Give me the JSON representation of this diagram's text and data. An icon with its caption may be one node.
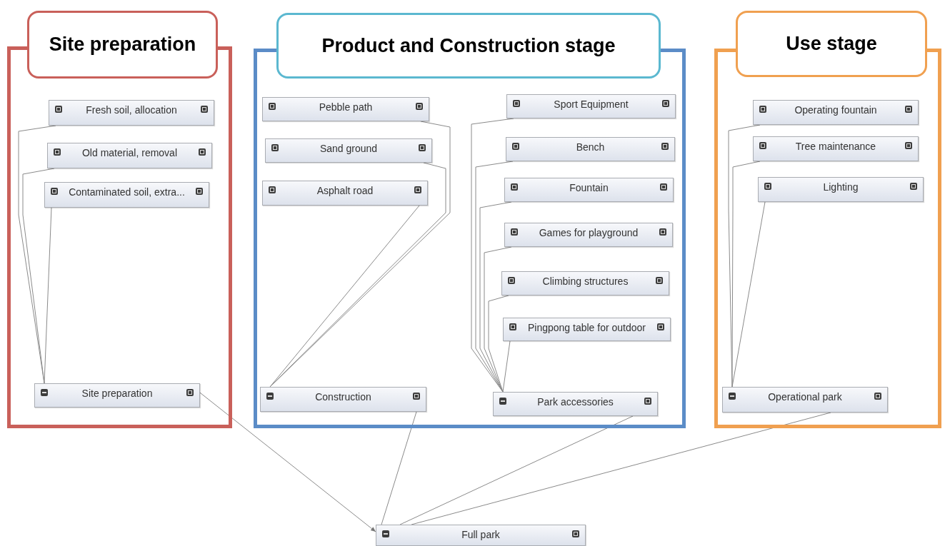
{
  "diagram": {
    "nodes": [
      {
        "text": [
          "Site preparation"
        ]
      },
      {
        "text": [
          "Fresh soil, allocation"
        ],
        "in": 0
      },
      {
        "text": [
          "Old material, removal"
        ],
        "in": 0
      },
      {
        "text": [
          "Contaminated soil, extra..."
        ],
        "in": 0
      },
      {
        "text": [
          "Site preparation"
        ],
        "in": 0
      },
      {
        "text": [
          "Product and Construction stage"
        ]
      },
      {
        "text": [
          "Pebble path"
        ],
        "in": 5
      },
      {
        "text": [
          "Sand ground"
        ],
        "in": 5
      },
      {
        "text": [
          "Asphalt road"
        ],
        "in": 5
      },
      {
        "text": [
          "Construction"
        ],
        "in": 5
      },
      {
        "text": [
          "Sport Equipment"
        ],
        "in": 5
      },
      {
        "text": [
          "Bench"
        ],
        "in": 5
      },
      {
        "text": [
          "Fountain"
        ],
        "in": 5
      },
      {
        "text": [
          "Games for playground"
        ],
        "in": 5
      },
      {
        "text": [
          "Climbing structures"
        ],
        "in": 5
      },
      {
        "text": [
          "Pingpong table for outdoor"
        ],
        "in": 5
      },
      {
        "text": [
          "Park accessories"
        ],
        "in": 5
      },
      {
        "text": [
          "Use stage"
        ]
      },
      {
        "text": [
          "Operating fountain"
        ],
        "in": 17
      },
      {
        "text": [
          "Tree maintenance"
        ],
        "in": 17
      },
      {
        "text": [
          "Lighting"
        ],
        "in": 17
      },
      {
        "text": [
          "Operational park"
        ],
        "in": 17
      },
      {
        "text": [
          "Full park"
        ]
      }
    ],
    "edges": [
      {
        "from": 1,
        "to": 4,
        "arrow": "none"
      },
      {
        "from": 2,
        "to": 4,
        "arrow": "none"
      },
      {
        "from": 3,
        "to": 4,
        "arrow": "none"
      },
      {
        "from": 6,
        "to": 9,
        "arrow": "none"
      },
      {
        "from": 7,
        "to": 9,
        "arrow": "none"
      },
      {
        "from": 8,
        "to": 9,
        "arrow": "none"
      },
      {
        "from": 10,
        "to": 16,
        "arrow": "none"
      },
      {
        "from": 11,
        "to": 16,
        "arrow": "none"
      },
      {
        "from": 12,
        "to": 16,
        "arrow": "none"
      },
      {
        "from": 13,
        "to": 16,
        "arrow": "none"
      },
      {
        "from": 14,
        "to": 16,
        "arrow": "none"
      },
      {
        "from": 15,
        "to": 16,
        "arrow": "none"
      },
      {
        "from": 18,
        "to": 21,
        "arrow": "none"
      },
      {
        "from": 19,
        "to": 21,
        "arrow": "none"
      },
      {
        "from": 20,
        "to": 21,
        "arrow": "none"
      },
      {
        "from": 4,
        "to": 22,
        "arrow": "to"
      },
      {
        "from": 9,
        "to": 22,
        "arrow": "none"
      },
      {
        "from": 16,
        "to": 22,
        "arrow": "none"
      },
      {
        "from": 21,
        "to": 22,
        "arrow": "none"
      }
    ]
  }
}
